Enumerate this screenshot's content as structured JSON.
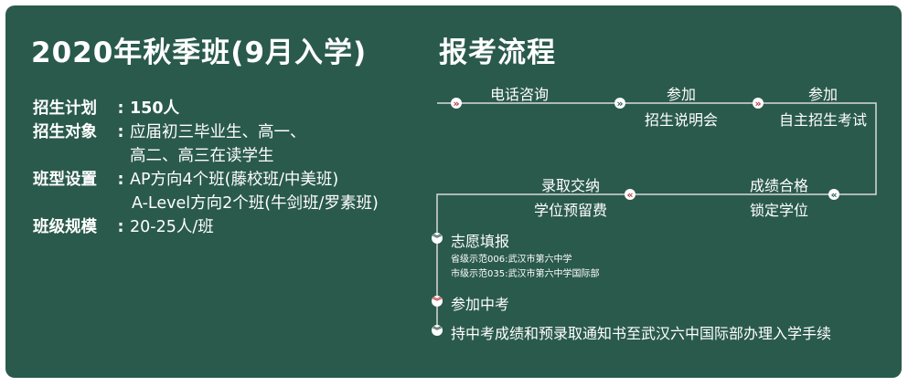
{
  "title": {
    "main": "2020年秋季班(9月入学)",
    "flow": "报考流程"
  },
  "info": {
    "plan_label": "招生计划",
    "plan_value": "150人",
    "target_label": "招生对象",
    "target_line1": "应届初三毕业生、高一、",
    "target_line2": "高二、高三在读学生",
    "classes_label": "班型设置",
    "classes_line1": "AP方向4个班(藤校班/中美班)",
    "classes_line2": "A-Level方向2个班(牛剑班/罗素班)",
    "size_label": "班级规模",
    "size_value": "20-25人/班",
    "colon": ":"
  },
  "flow": {
    "top": [
      {
        "top": "电话咨询",
        "bottom": ""
      },
      {
        "top": "参加",
        "bottom": "招生说明会"
      },
      {
        "top": "参加",
        "bottom": "自主招生考试"
      }
    ],
    "middle": [
      {
        "top": "成绩合格",
        "bottom": "锁定学位"
      },
      {
        "top": "录取交纳",
        "bottom": "学位预留费"
      }
    ],
    "steps": [
      {
        "label": "志愿填报",
        "notes": [
          "省级示范006:武汉市第六中学",
          "市级示范035:武汉市第六中学国际部"
        ]
      },
      {
        "label": "参加中考",
        "notes": []
      },
      {
        "label": "持中考成绩和预录取通知书至武汉六中国际部办理入学手续",
        "notes": []
      }
    ]
  },
  "colors": {
    "board": "#2a5a4b",
    "line": "#d9d9d9",
    "accent": "#b8353a",
    "text": "#ffffff"
  }
}
